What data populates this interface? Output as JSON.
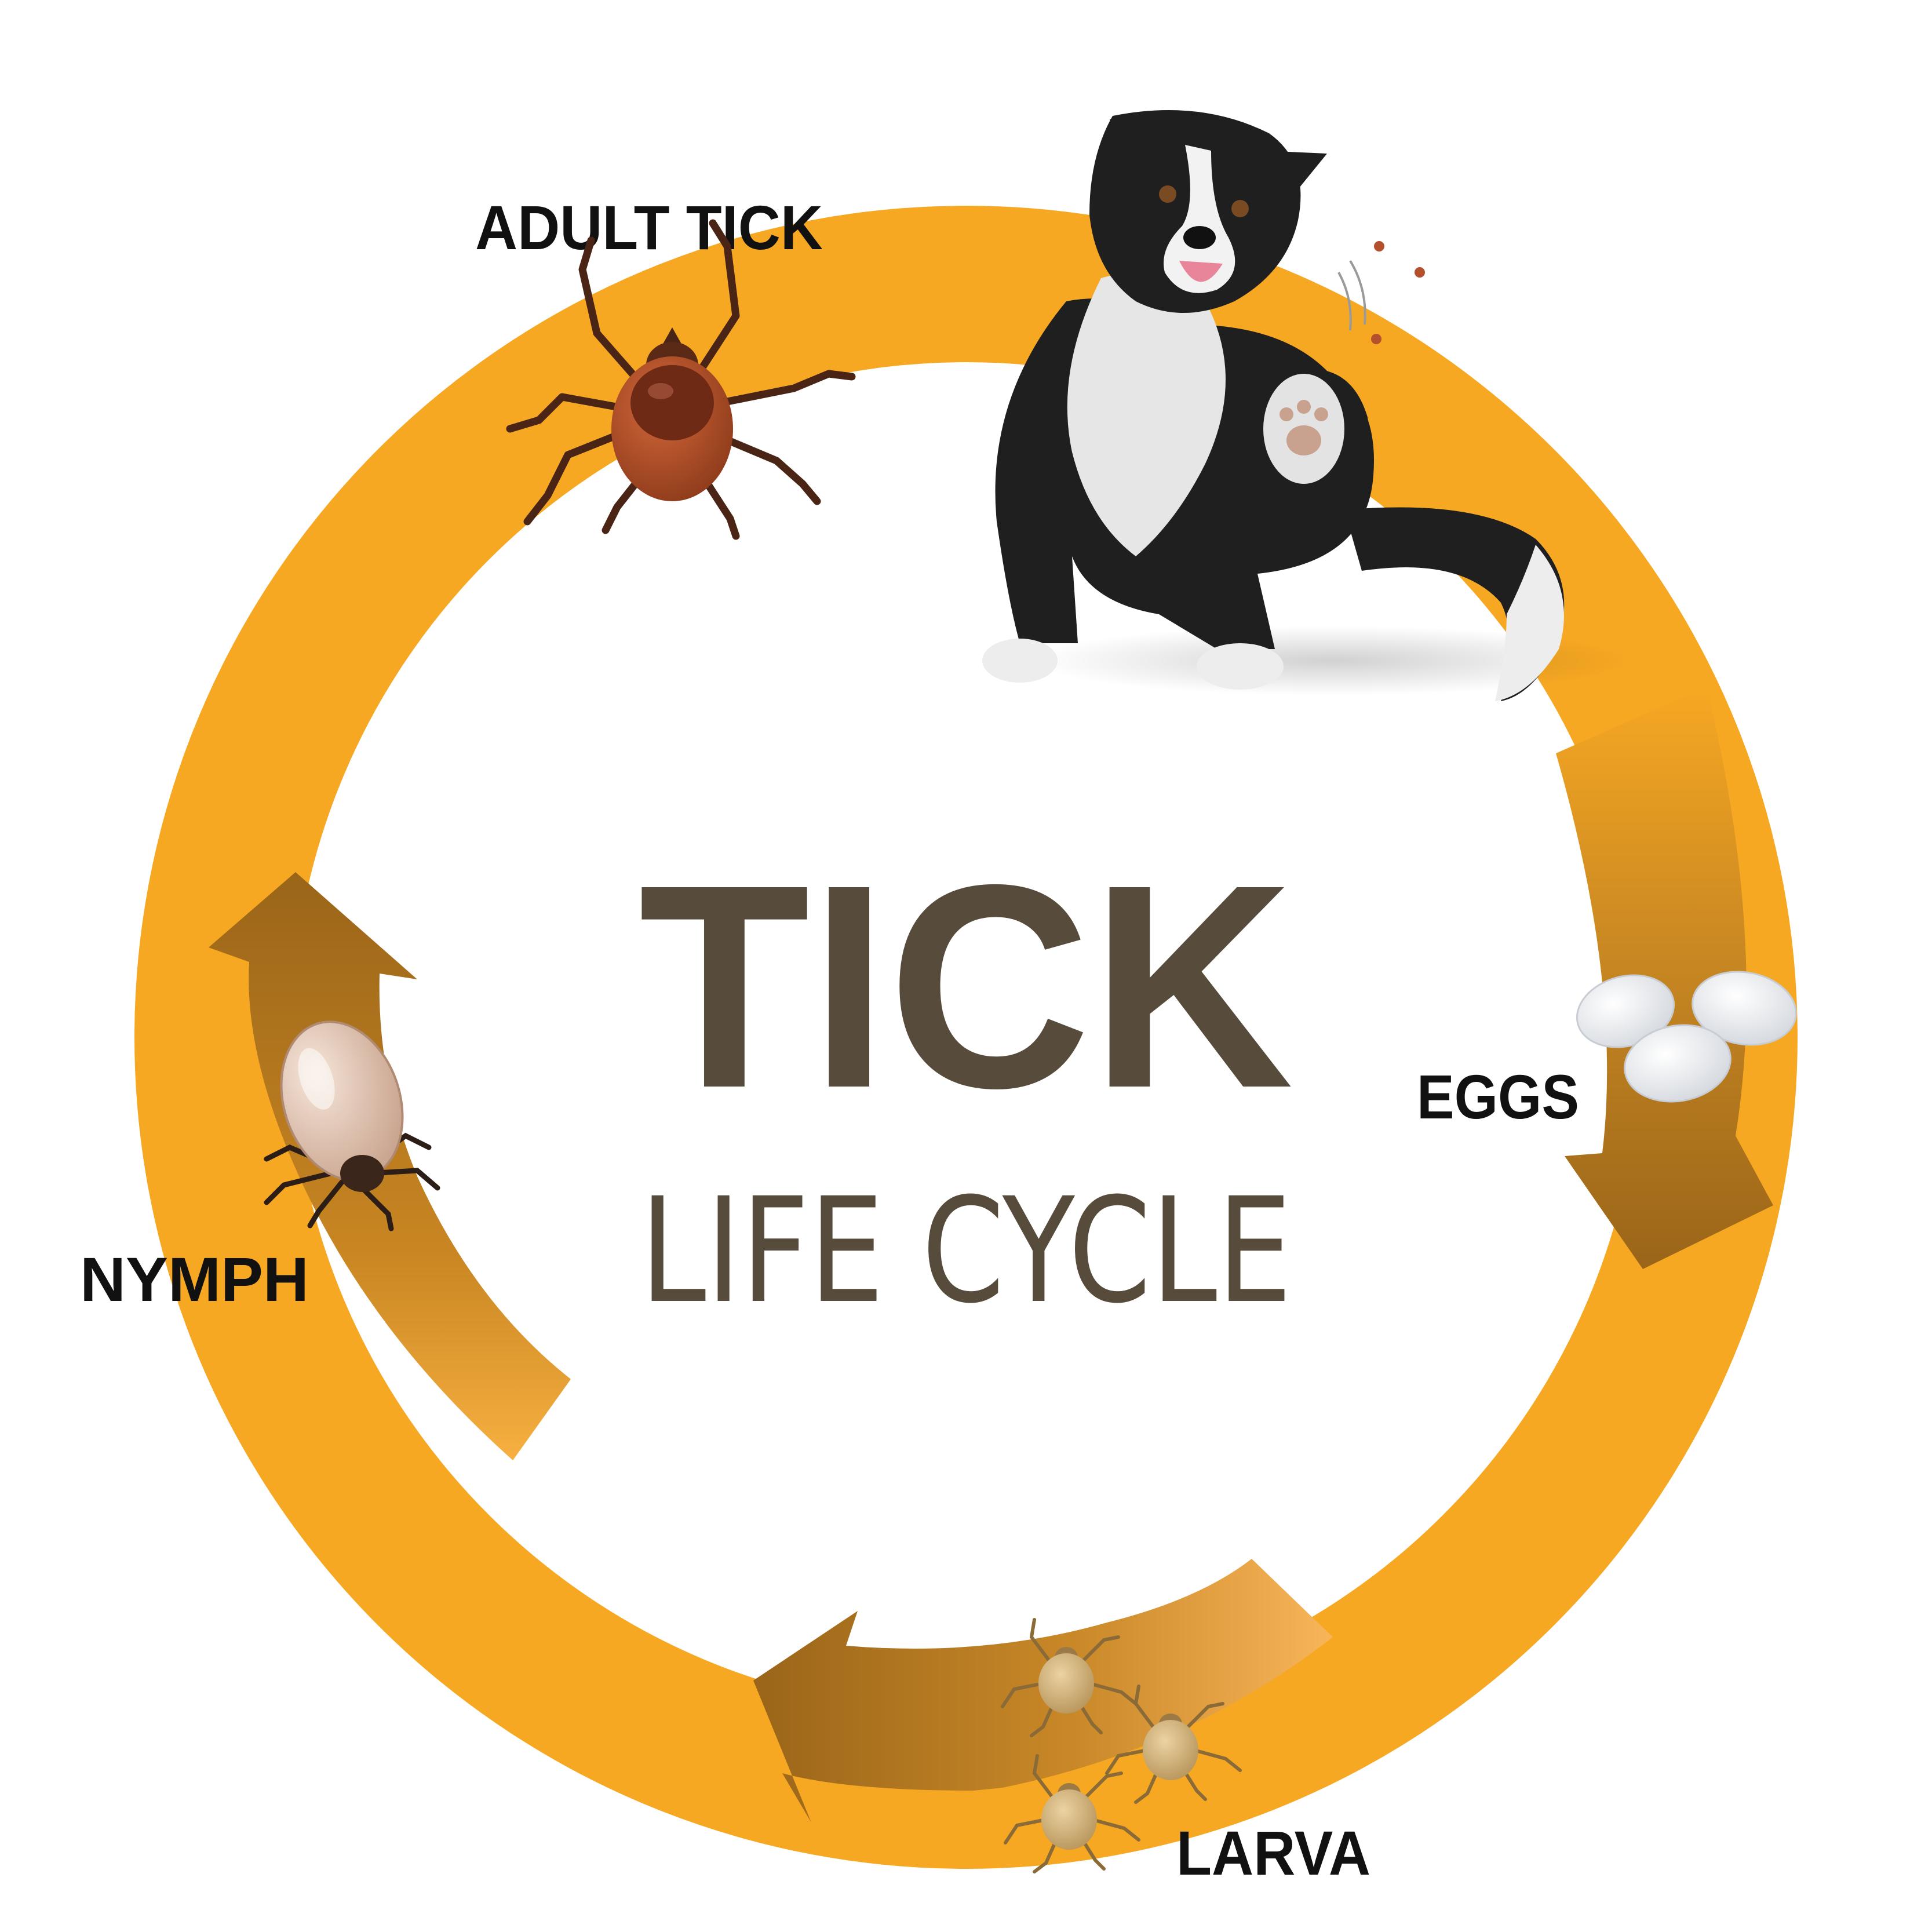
{
  "title": {
    "main": "TICK",
    "sub": "LIFE CYCLE"
  },
  "stages": {
    "adult": "ADULT TICK",
    "eggs": "EGGS",
    "larva": "LARVA",
    "nymph": "NYMPH"
  },
  "colors": {
    "ring": "#F7A823",
    "arrow": "#9A6519",
    "title": "#574B3B",
    "label": "#111111"
  }
}
